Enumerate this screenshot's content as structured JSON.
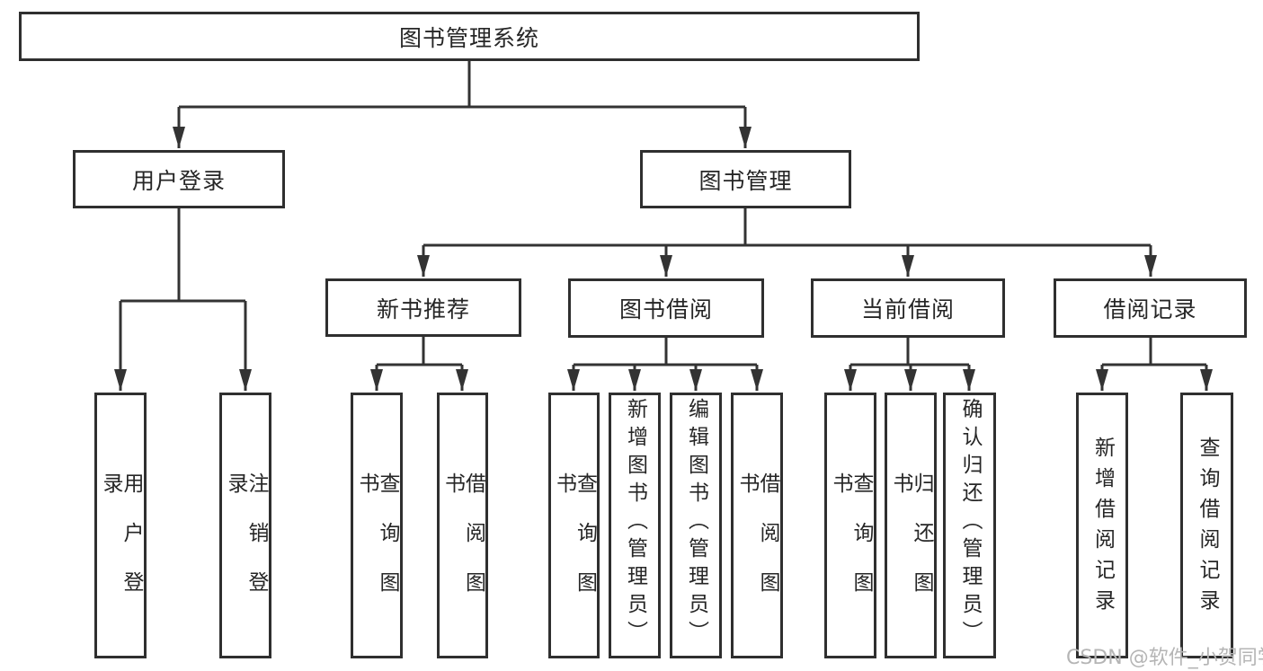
{
  "colors": {
    "line": "#333333",
    "border": "#2f2f2f",
    "text": "#262626",
    "watermark": "#b5b5b5",
    "background": "#ffffff"
  },
  "watermark": {
    "text": "CSDN @软件_小贺同学"
  },
  "tree": {
    "label": "图书管理系统",
    "children": [
      {
        "label": "用户登录",
        "children": [
          {
            "label": "用户登录"
          },
          {
            "label": "注销登录"
          }
        ]
      },
      {
        "label": "图书管理",
        "children": [
          {
            "label": "新书推荐",
            "children": [
              {
                "label": "查询图书"
              },
              {
                "label": "借阅图书"
              }
            ]
          },
          {
            "label": "图书借阅",
            "children": [
              {
                "label": "查询图书"
              },
              {
                "label": "新增图书（管理员）"
              },
              {
                "label": "编辑图书（管理员）"
              },
              {
                "label": "借阅图书"
              }
            ]
          },
          {
            "label": "当前借阅",
            "children": [
              {
                "label": "查询图书"
              },
              {
                "label": "归还图书"
              },
              {
                "label": "确认归还（管理员）"
              }
            ]
          },
          {
            "label": "借阅记录",
            "children": [
              {
                "label": "新增借阅记录"
              },
              {
                "label": "查询借阅记录"
              }
            ]
          }
        ]
      }
    ]
  }
}
